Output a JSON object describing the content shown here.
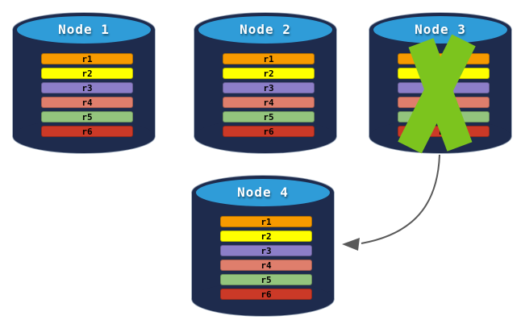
{
  "diagram": {
    "description": "Four database node cylinders; Node 3 is crossed out (failed) and an arrow points from Node 3 to replacement Node 4",
    "colors": {
      "background": "#FFFFFF",
      "cylinder_body": "#1E2B4D",
      "cylinder_top": "#2F9CD8",
      "cylinder_outline": "#93A2B4",
      "node_label": "#FFFFFF",
      "row_label": "#000000",
      "cross": "#7CC41E",
      "arrow": "#595959"
    },
    "nodes": [
      {
        "id": "node-1",
        "name": "Node 1",
        "failed": false,
        "rows": [
          {
            "label": "r1",
            "color": "#F79A00"
          },
          {
            "label": "r2",
            "color": "#FFFF00"
          },
          {
            "label": "r3",
            "color": "#8C7EC8"
          },
          {
            "label": "r4",
            "color": "#DF7E6C"
          },
          {
            "label": "r5",
            "color": "#93C47D"
          },
          {
            "label": "r6",
            "color": "#CB3927"
          }
        ]
      },
      {
        "id": "node-2",
        "name": "Node 2",
        "failed": false,
        "rows": [
          {
            "label": "r1",
            "color": "#F79A00"
          },
          {
            "label": "r2",
            "color": "#FFFF00"
          },
          {
            "label": "r3",
            "color": "#8C7EC8"
          },
          {
            "label": "r4",
            "color": "#DF7E6C"
          },
          {
            "label": "r5",
            "color": "#93C47D"
          },
          {
            "label": "r6",
            "color": "#CB3927"
          }
        ]
      },
      {
        "id": "node-3",
        "name": "Node 3",
        "failed": true,
        "rows": [
          {
            "label": "r1",
            "color": "#F79A00"
          },
          {
            "label": "r2",
            "color": "#FFFF00"
          },
          {
            "label": "r3",
            "color": "#8C7EC8"
          },
          {
            "label": "r4",
            "color": "#DF7E6C"
          },
          {
            "label": "r5",
            "color": "#93C47D"
          },
          {
            "label": "r6",
            "color": "#CB3927"
          }
        ]
      },
      {
        "id": "node-4",
        "name": "Node 4",
        "failed": false,
        "rows": [
          {
            "label": "r1",
            "color": "#F79A00"
          },
          {
            "label": "r2",
            "color": "#FFFF00"
          },
          {
            "label": "r3",
            "color": "#8C7EC8"
          },
          {
            "label": "r4",
            "color": "#DF7E6C"
          },
          {
            "label": "r5",
            "color": "#93C47D"
          },
          {
            "label": "r6",
            "color": "#CB3927"
          }
        ]
      }
    ],
    "arrow": {
      "from": "Node 3",
      "to": "Node 4"
    }
  }
}
